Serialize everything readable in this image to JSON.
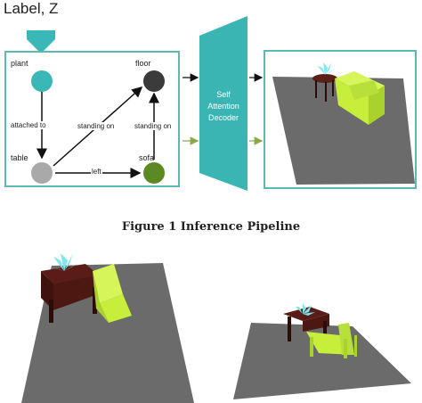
{
  "input_label": "Label, Z",
  "graph": {
    "nodes": [
      {
        "id": "plant",
        "label": "plant",
        "color": "#3ab8b8"
      },
      {
        "id": "floor",
        "label": "floor",
        "color": "#3b3b3b"
      },
      {
        "id": "table",
        "label": "table",
        "color": "#a9a9a9"
      },
      {
        "id": "sofa",
        "label": "sofa",
        "color": "#5c8a22"
      }
    ],
    "edges": [
      {
        "from": "plant",
        "to": "table",
        "label": "attached to"
      },
      {
        "from": "table",
        "to": "floor",
        "label": "standing on"
      },
      {
        "from": "sofa",
        "to": "floor",
        "label": "standing on"
      },
      {
        "from": "table",
        "to": "sofa",
        "label": "left"
      }
    ]
  },
  "decoder": {
    "line1": "Self",
    "line2": "Attention",
    "line3": "Decoder",
    "color": "#3ab5b4"
  },
  "caption": "Figure 1 Inference Pipeline",
  "colors": {
    "accent": "#5cb8b5",
    "floor": "#6b6b6b",
    "table": "#5a1f16",
    "sofa": "#c6ee3a",
    "plant": "#7de6f0",
    "arrow_green": "#8aa845"
  }
}
